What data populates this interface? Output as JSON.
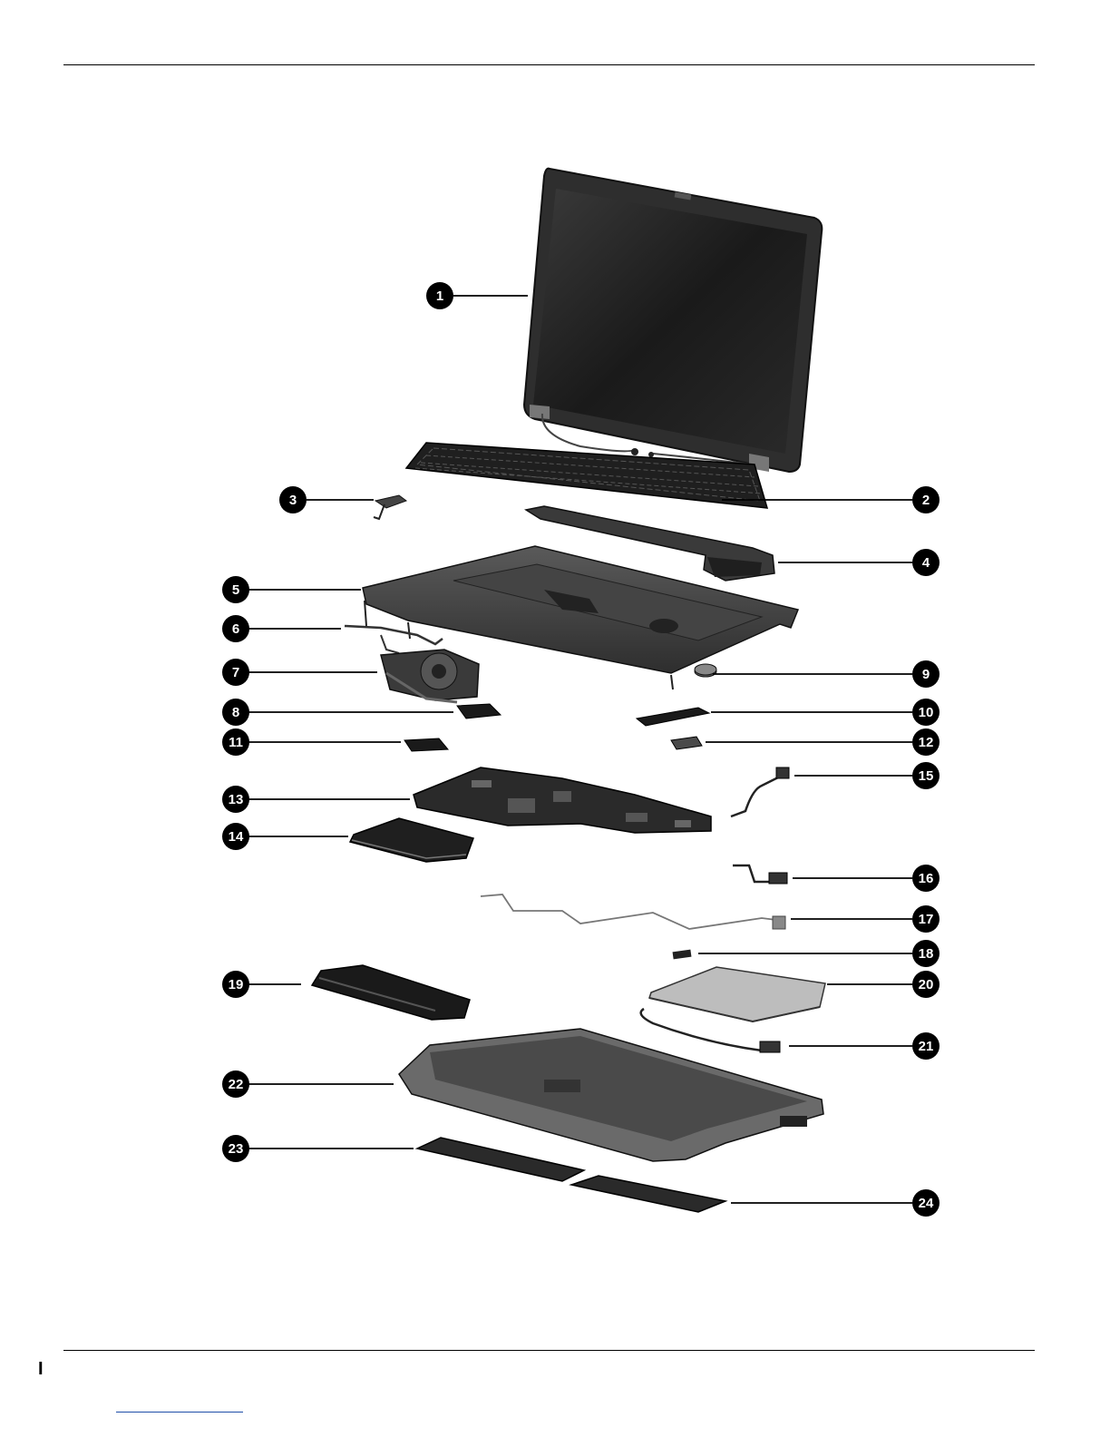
{
  "page": {
    "footer_mark": "I"
  },
  "callouts": [
    {
      "id": "1",
      "label": "1"
    },
    {
      "id": "2",
      "label": "2"
    },
    {
      "id": "3",
      "label": "3"
    },
    {
      "id": "4",
      "label": "4"
    },
    {
      "id": "5",
      "label": "5"
    },
    {
      "id": "6",
      "label": "6"
    },
    {
      "id": "7",
      "label": "7"
    },
    {
      "id": "8",
      "label": "8"
    },
    {
      "id": "9",
      "label": "9"
    },
    {
      "id": "10",
      "label": "10"
    },
    {
      "id": "11",
      "label": "11"
    },
    {
      "id": "12",
      "label": "12"
    },
    {
      "id": "13",
      "label": "13"
    },
    {
      "id": "14",
      "label": "14"
    },
    {
      "id": "15",
      "label": "15"
    },
    {
      "id": "16",
      "label": "16"
    },
    {
      "id": "17",
      "label": "17"
    },
    {
      "id": "18",
      "label": "18"
    },
    {
      "id": "19",
      "label": "19"
    },
    {
      "id": "20",
      "label": "20"
    },
    {
      "id": "21",
      "label": "21"
    },
    {
      "id": "22",
      "label": "22"
    },
    {
      "id": "23",
      "label": "23"
    },
    {
      "id": "24",
      "label": "24"
    }
  ],
  "colors": {
    "part_dark": "#2b2b2b",
    "part_mid": "#4a4a4a",
    "screen": "#1c1c1c",
    "callout": "#000000"
  }
}
